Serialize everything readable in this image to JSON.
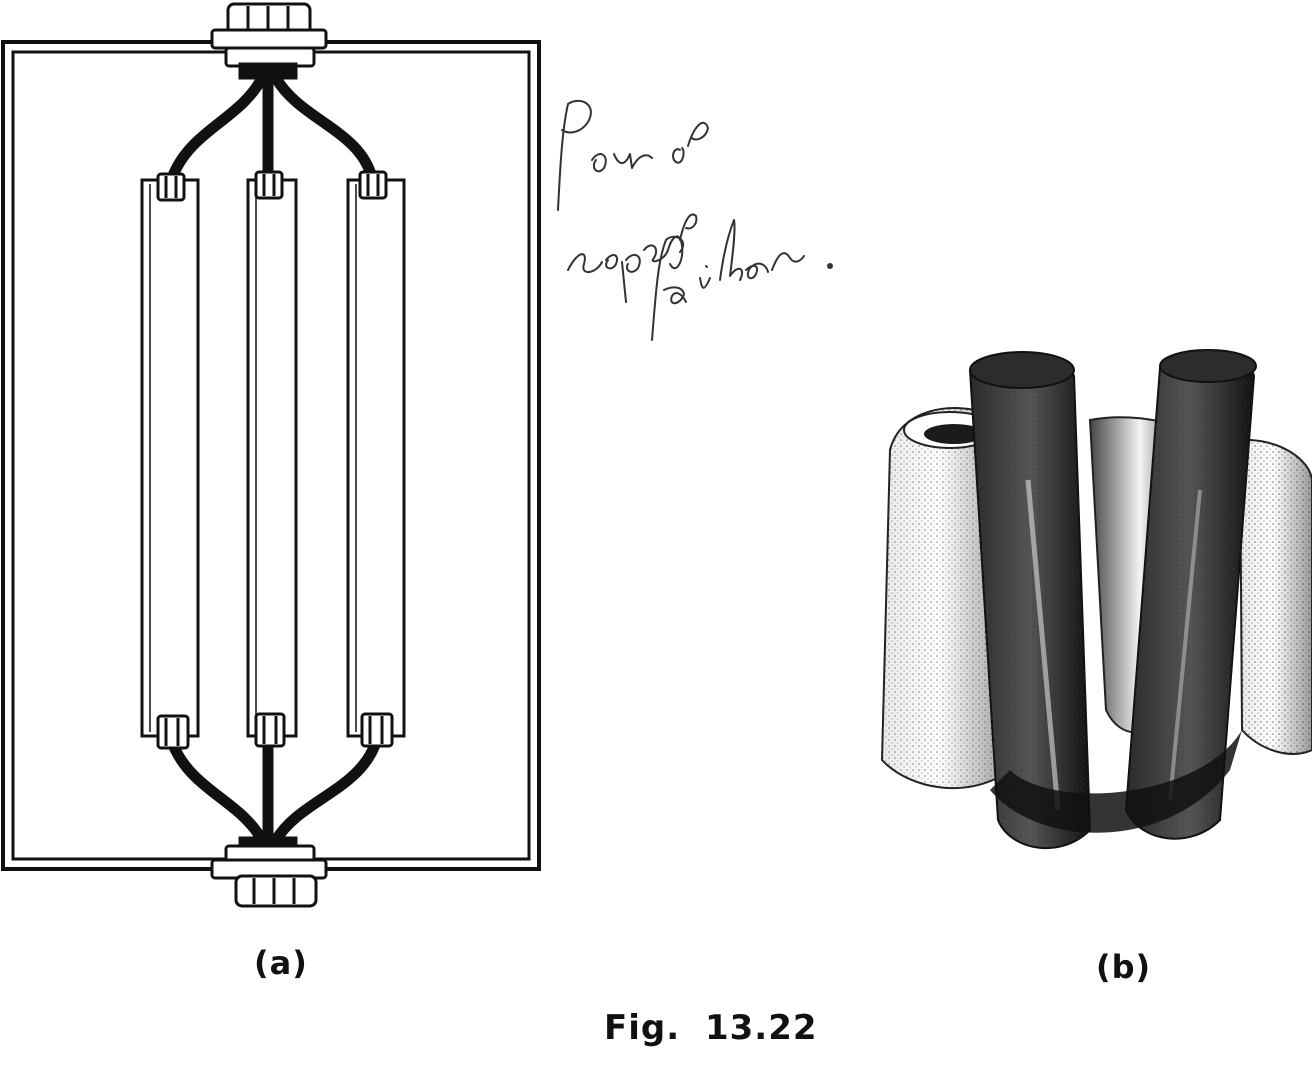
{
  "figure": {
    "panel_a_label": "(a)",
    "panel_b_label": "(b)",
    "caption": "Fig.  13.22"
  },
  "handwriting": [
    "Pour",
    "separer",
    "faiteur."
  ]
}
